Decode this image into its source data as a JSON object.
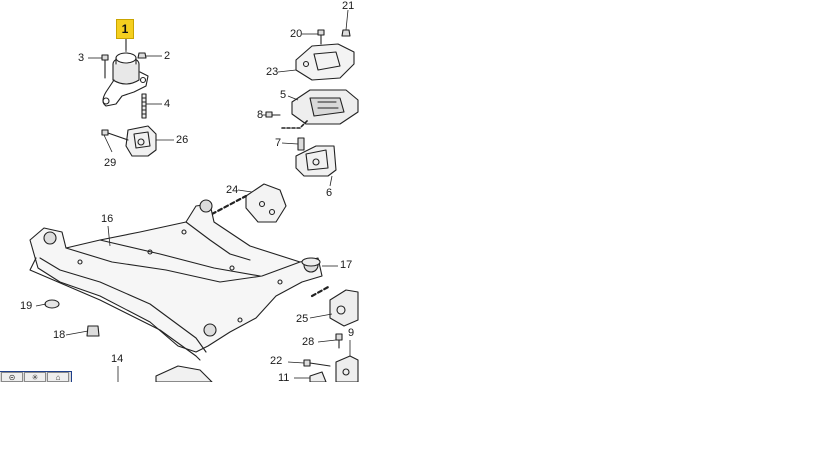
{
  "highlighted_part": "1",
  "labels": {
    "p1": "1",
    "p2": "2",
    "p3": "3",
    "p4": "4",
    "p5": "5",
    "p6": "6",
    "p7": "7",
    "p8": "8",
    "p9": "9",
    "p11": "11",
    "p14": "14",
    "p16": "16",
    "p17": "17",
    "p18": "18",
    "p19": "19",
    "p20": "20",
    "p21": "21",
    "p22": "22",
    "p23": "23",
    "p24": "24",
    "p25": "25",
    "p26": "26",
    "p28": "28",
    "p29": "29"
  },
  "toolbar": {
    "buttons": [
      {
        "icon": "zoom-out-icon"
      },
      {
        "icon": "fit-icon"
      },
      {
        "icon": "home-icon"
      }
    ]
  }
}
